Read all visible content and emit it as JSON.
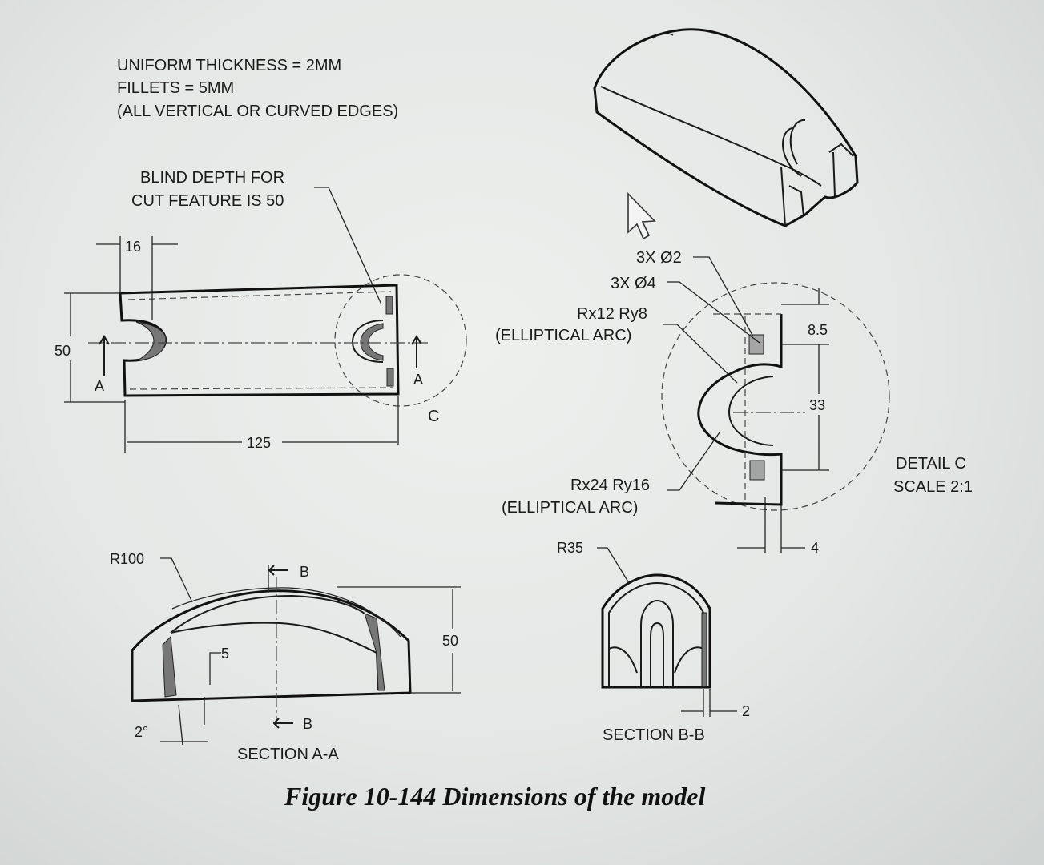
{
  "notes": {
    "line1": "UNIFORM THICKNESS = 2MM",
    "line2": "FILLETS = 5MM",
    "line3": "(ALL VERTICAL OR CURVED EDGES)"
  },
  "blind_depth": {
    "line1": "BLIND DEPTH FOR",
    "line2": "CUT FEATURE IS 50"
  },
  "top_view": {
    "dim_width": "16",
    "dim_height": "50",
    "dim_length": "125",
    "section_label_left": "A",
    "section_label_right": "A",
    "detail_label": "C"
  },
  "detail_c": {
    "hole_small": "3X Ø2",
    "hole_large": "3X Ø4",
    "ellipse_small_1": "Rx12 Ry8",
    "ellipse_small_2": "(ELLIPTICAL ARC)",
    "ellipse_large_1": "Rx24 Ry16",
    "ellipse_large_2": "(ELLIPTICAL ARC)",
    "dim_top": "8.5",
    "dim_mid": "33",
    "dim_bottom": "4",
    "title": "DETAIL C",
    "scale": "SCALE 2:1"
  },
  "section_aa": {
    "radius": "R100",
    "cut_top": "B",
    "cut_bottom": "B",
    "dim_step": "5",
    "dim_height": "50",
    "dim_angle": "2°",
    "title": "SECTION A-A"
  },
  "section_bb": {
    "radius": "R35",
    "dim_wall": "2",
    "title": "SECTION B-B"
  },
  "caption": "Figure 10-144 Dimensions of the model"
}
